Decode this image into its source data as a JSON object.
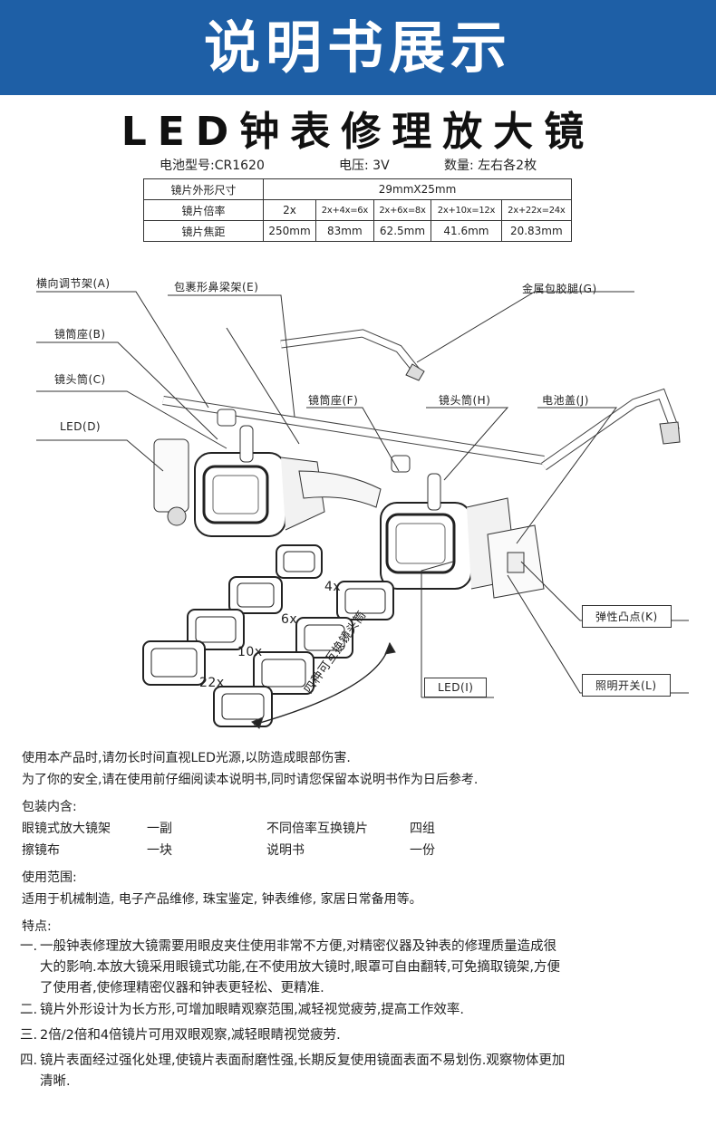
{
  "banner": {
    "title": "说明书展示"
  },
  "product": {
    "title": "LED钟表修理放大镜"
  },
  "specs": {
    "battery": "电池型号:CR1620",
    "voltage": "电压: 3V",
    "quantity": "数量: 左右各2枚"
  },
  "table": {
    "row1": {
      "label": "镜片外形尺寸",
      "value": "29mmX25mm"
    },
    "row2": {
      "label": "镜片倍率",
      "cells": [
        "2x",
        "2x+4x=6x",
        "2x+6x=8x",
        "2x+10x=12x",
        "2x+22x=24x"
      ]
    },
    "row3": {
      "label": "镜片焦距",
      "cells": [
        "250mm",
        "83mm",
        "62.5mm",
        "41.6mm",
        "20.83mm"
      ]
    }
  },
  "diagram": {
    "labels": {
      "A": "横向调节架(A)",
      "E": "包裹形鼻梁架(E)",
      "G": "金属包胶腿(G)",
      "B": "镜筒座(B)",
      "C": "镜头筒(C)",
      "D": "LED(D)",
      "F": "镜筒座(F)",
      "H": "镜头筒(H)",
      "J": "电池盖(J)",
      "K": "弹性凸点(K)",
      "I": "LED(I)",
      "L": "照明开关(L)"
    },
    "mags": [
      "4x",
      "6x",
      "10x",
      "22x"
    ],
    "interchangeable": "四种可互换镜头筒"
  },
  "warnings": {
    "line1": "使用本产品时,请勿长时间直视LED光源,以防造成眼部伤害.",
    "line2": "为了你的安全,请在使用前仔细阅读本说明书,同时请您保留本说明书作为日后参考."
  },
  "package": {
    "heading": "包装内含:",
    "items": [
      {
        "name": "眼镜式放大镜架",
        "qty": "一副"
      },
      {
        "name": "不同倍率互换镜片",
        "qty": "四组"
      },
      {
        "name": "擦镜布",
        "qty": "一块"
      },
      {
        "name": "说明书",
        "qty": "一份"
      }
    ]
  },
  "usage": {
    "heading": "使用范围:",
    "text": "适用于机械制造, 电子产品维修, 珠宝鉴定, 钟表维修, 家居日常备用等。"
  },
  "features": {
    "heading": "特点:",
    "f1_num": "一.",
    "f1_line1": "一般钟表修理放大镜需要用眼皮夹住使用非常不方便,对精密仪器及钟表的修理质量造成很",
    "f1_line2": "大的影响.本放大镜采用眼镜式功能,在不使用放大镜时,眼罩可自由翻转,可免摘取镜架,方便",
    "f1_line3": "了使用者,使修理精密仪器和钟表更轻松、更精准.",
    "f2_num": "二.",
    "f2": "镜片外形设计为长方形,可增加眼睛观察范围,减轻视觉疲劳,提高工作效率.",
    "f3_num": "三.",
    "f3": "2倍/2倍和4倍镜片可用双眼观察,减轻眼睛视觉疲劳.",
    "f4_num": "四.",
    "f4_line1": "镜片表面经过强化处理,使镜片表面耐磨性强,长期反复使用镜面表面不易划伤.观察物体更加",
    "f4_line2": "清晰."
  }
}
